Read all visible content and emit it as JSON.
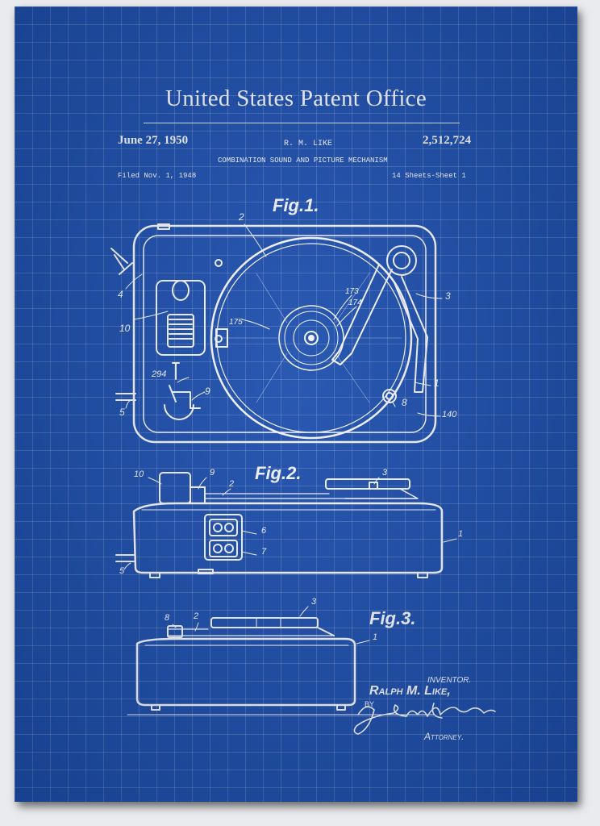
{
  "header": {
    "title": "United States Patent Office",
    "date": "June 27, 1950",
    "inventor_short": "R. M. LIKE",
    "patent_number": "2,512,724",
    "subtitle": "COMBINATION SOUND AND PICTURE MECHANISM",
    "filed": "Filed Nov. 1, 1948",
    "sheets": "14 Sheets-Sheet 1"
  },
  "figures": {
    "fig1_label": "Fig.1.",
    "fig2_label": "Fig.2.",
    "fig3_label": "Fig.3."
  },
  "callouts": {
    "fig1": [
      "2",
      "4",
      "10",
      "175",
      "173",
      "174",
      "3",
      "1",
      "294",
      "9",
      "5",
      "8",
      "140"
    ],
    "fig2": [
      "10",
      "9",
      "2",
      "3",
      "6",
      "7",
      "1",
      "5"
    ],
    "fig3": [
      "3",
      "8",
      "2",
      "1"
    ]
  },
  "signature": {
    "inventor_heading": "INVENTOR.",
    "inventor_name": "Ralph M. Like,",
    "by": "BY",
    "attorney": "Attorney."
  },
  "colors": {
    "blueprint": "#1d4fae",
    "line": "#f4f6fb"
  }
}
